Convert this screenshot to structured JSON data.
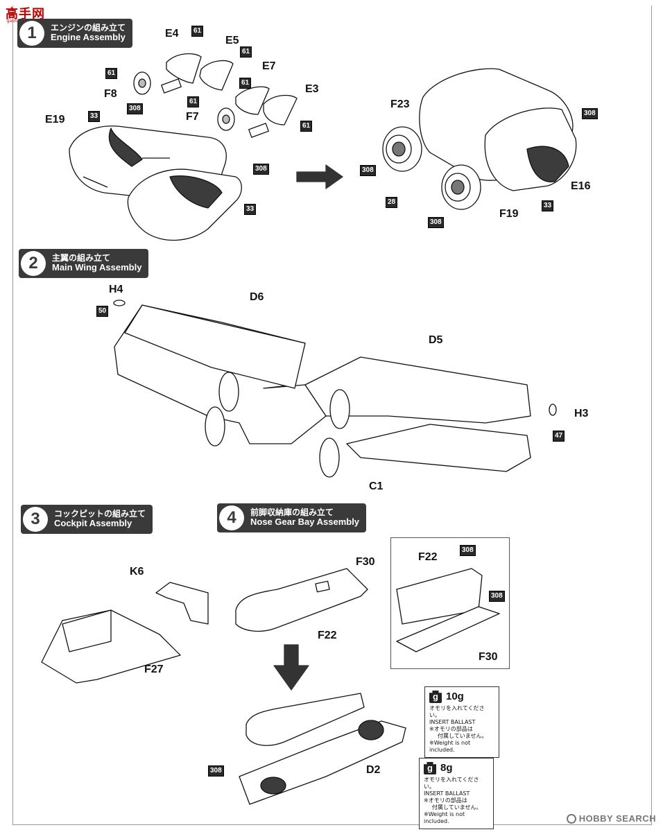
{
  "watermark": {
    "site": "高手网",
    "url": "gaoshou.cn"
  },
  "steps": [
    {
      "number": "1",
      "title_jp": "エンジンの組み立て",
      "title_en": "Engine Assembly"
    },
    {
      "number": "2",
      "title_jp": "主翼の組み立て",
      "title_en": "Main Wing Assembly"
    },
    {
      "number": "3",
      "title_jp": "コックピットの組み立て",
      "title_en": "Cockpit Assembly"
    },
    {
      "number": "4",
      "title_jp": "前脚収納庫の組み立て",
      "title_en": "Nose Gear Bay Assembly"
    }
  ],
  "step1_parts": {
    "e4": "E4",
    "e5": "E5",
    "e7": "E7",
    "e3": "E3",
    "f8": "F8",
    "f7": "F7",
    "e19": "E19",
    "f23": "F23",
    "e16": "E16",
    "f19": "F19"
  },
  "step1_colors": {
    "c61_a": "61",
    "c61_b": "61",
    "c61_c": "61",
    "c61_d": "61",
    "c61_e": "61",
    "c61_f": "61",
    "c33_a": "33",
    "c308_a": "308",
    "c308_b": "308",
    "c33_b": "33",
    "c308_c": "308",
    "c308_d": "308",
    "c28": "28",
    "c33_c": "33",
    "c308_e": "308"
  },
  "step2_parts": {
    "h4": "H4",
    "d6": "D6",
    "d5": "D5",
    "h3": "H3",
    "c1": "C1"
  },
  "step2_colors": {
    "c50": "50",
    "c47": "47"
  },
  "step3_parts": {
    "k6": "K6",
    "f27": "F27"
  },
  "step4_parts": {
    "f30": "F30",
    "f22": "F22",
    "f22_inset": "F22",
    "f30_inset": "F30",
    "d2": "D2"
  },
  "step4_colors": {
    "c308_inset_a": "308",
    "c308_inset_b": "308",
    "c308_d2": "308"
  },
  "ballast": [
    {
      "weight": "10g",
      "line1": "オモリを入れてください。",
      "line2": "INSERT BALLAST",
      "line3": "※オモリの部品は",
      "line4": "付属していません。",
      "line5": "※Weight is not included."
    },
    {
      "weight": "8g",
      "line1": "オモリを入れてください。",
      "line2": "INSERT BALLAST",
      "line3": "※オモリの部品は",
      "line4": "付属していません。",
      "line5": "※Weight is not included."
    }
  ],
  "ballast_icon": "g",
  "footer_logo": "HOBBY SEARCH",
  "colors": {
    "header_bg": "#3a3a3a",
    "color_box_bg": "#2a2a2a",
    "shade": "#3c3c3c",
    "line": "#111111"
  }
}
